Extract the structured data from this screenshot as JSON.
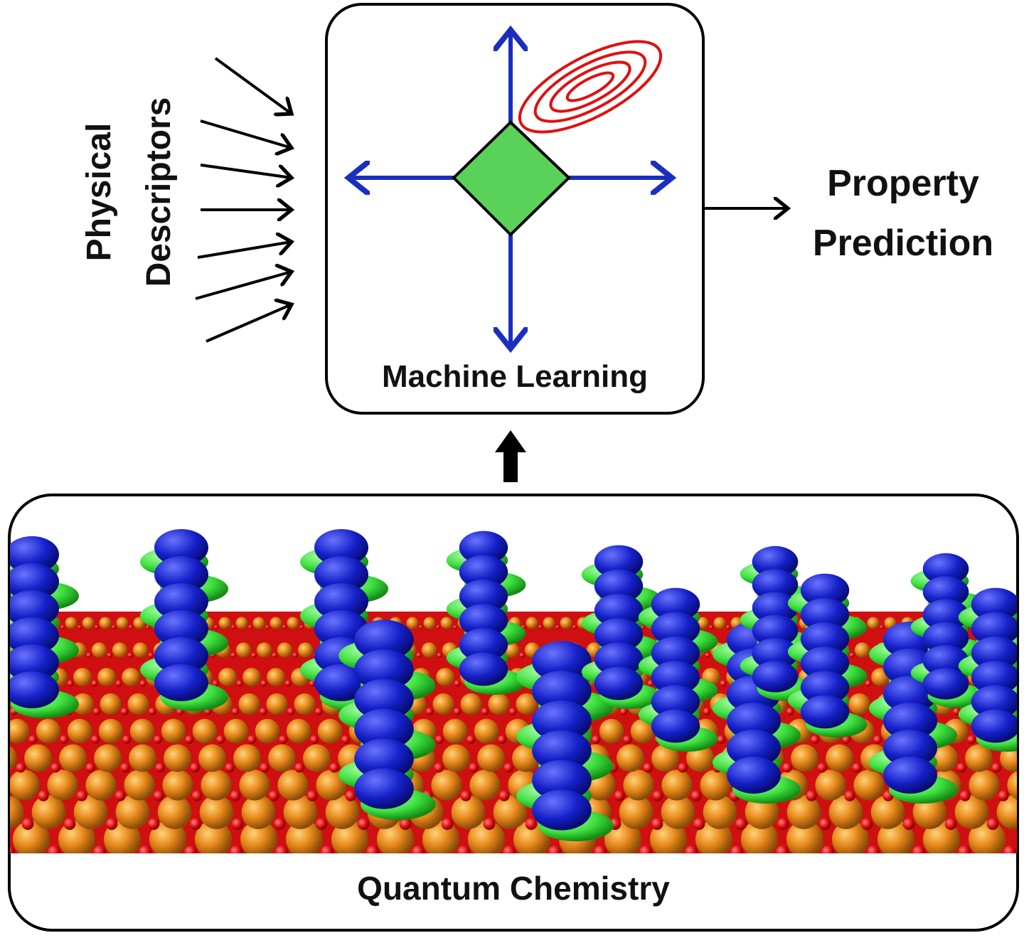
{
  "machine_learning": {
    "label": "Machine Learning"
  },
  "output": {
    "line1": "Property",
    "line2": "Prediction"
  },
  "input": {
    "line1": "Physical",
    "line2": "Descriptors"
  },
  "quantum": {
    "label": "Quantum Chemistry"
  },
  "colors": {
    "axis": "#1a2fbf",
    "diamond": "#5ad25a",
    "contour": "#e01010",
    "orange": "#e88a1c",
    "red": "#e01010",
    "blue": "#1520c8",
    "green": "#3ee03e"
  }
}
